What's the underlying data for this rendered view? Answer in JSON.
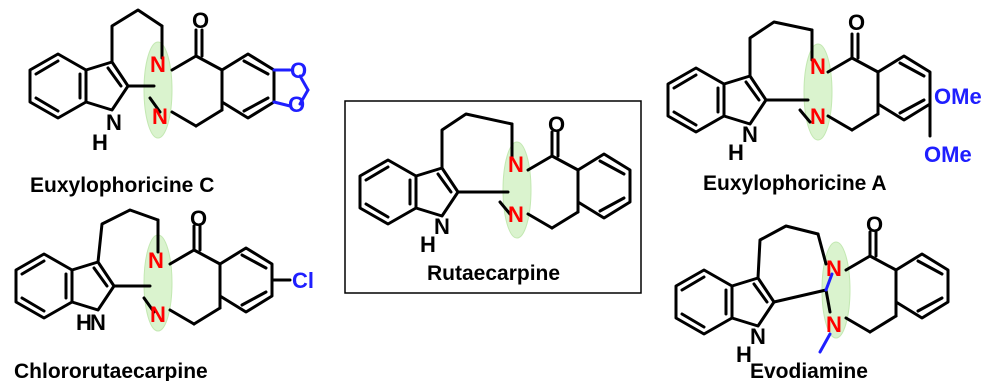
{
  "compounds": {
    "euxylophoricine_c": {
      "name": "Euxylophoricine C",
      "o": "O",
      "n1": "N",
      "n2": "N",
      "nh_n": "N",
      "nh_h": "H",
      "ox1": "O",
      "ox2": "O"
    },
    "euxylophoricine_a": {
      "name": "Euxylophoricine A",
      "o": "O",
      "n1": "N",
      "n2": "N",
      "nh_n": "N",
      "nh_h": "H",
      "sub1": "OMe",
      "sub2": "OMe"
    },
    "rutaecarpine": {
      "name": "Rutaecarpine",
      "o": "O",
      "n1": "N",
      "n2": "N",
      "nh_n": "N",
      "nh_h": "H"
    },
    "chlororutaecarpine": {
      "name": "Chlororutaecarpine",
      "o": "O",
      "n1": "N",
      "n2": "N",
      "nh_n": "N",
      "nh_h": "H",
      "sub1": "Cl"
    },
    "evodiamine": {
      "name": "Evodiamine",
      "o": "O",
      "n1": "N",
      "n2": "N",
      "nh_n": "N",
      "nh_h": "H"
    }
  },
  "colors": {
    "heteroatom_n": "#ff0000",
    "substituent": "#1f1fff",
    "highlight": "#d6f2c9"
  }
}
